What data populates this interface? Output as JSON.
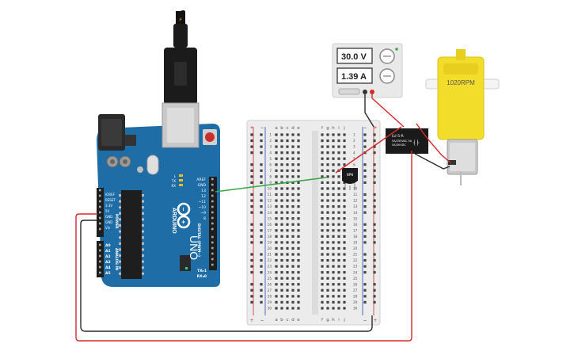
{
  "arduino": {
    "brand": "ARDUINO",
    "model": "UNO",
    "header_digital": [
      "AREF",
      "GND",
      "13",
      "12",
      "~11",
      "~10",
      "~9",
      "8"
    ],
    "label_digital": "DIGITAL (PWM~)",
    "tx_label": "TX▸1",
    "rx_label": "RX◂0",
    "power_pins": [
      "IOREF",
      "RESET",
      "3.3V",
      "5V",
      "GND",
      "GND",
      "Vin"
    ],
    "label_power": "POWER",
    "analog_pins": [
      "A0",
      "A1",
      "A2",
      "A3",
      "A4",
      "A5"
    ],
    "label_analog": "ANALOG IN",
    "led_labels": [
      "L",
      "TX",
      "RX"
    ]
  },
  "power_supply": {
    "voltage": "30.0 V",
    "current": "1.39 A"
  },
  "motor": {
    "label": "1020RPM"
  },
  "relay": {
    "label_line1": "LU-5-R",
    "label_line2": "5A/250VAC 5A",
    "label_line3": "5A/30VDC"
  },
  "transistor": {
    "label": "NPN"
  },
  "breadboard": {
    "cols_left": [
      "a",
      "b",
      "c",
      "d",
      "e"
    ],
    "cols_right": [
      "f",
      "g",
      "h",
      "i",
      "j"
    ],
    "rows": 30,
    "rail_plus": "+",
    "rail_minus": "−"
  },
  "colors": {
    "board_blue": "#1f6da6",
    "board_dark": "#15507c",
    "wire_red": "#d42a2a",
    "wire_black": "#2a2a2a",
    "wire_green": "#39a845",
    "motor_yellow": "#f3dd2b",
    "breadboard": "#eeeeee"
  }
}
